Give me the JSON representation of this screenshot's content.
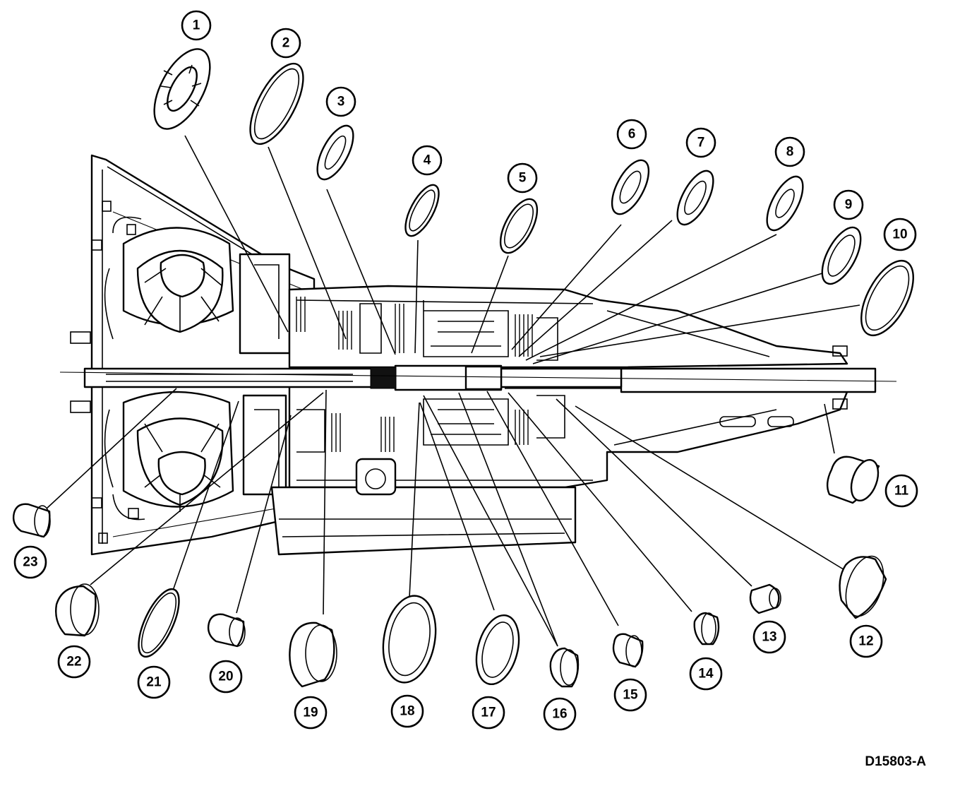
{
  "figure": {
    "id": "D15803-A",
    "callouts": [
      "1",
      "2",
      "3",
      "4",
      "5",
      "6",
      "7",
      "8",
      "9",
      "10",
      "11",
      "12",
      "13",
      "14",
      "15",
      "16",
      "17",
      "18",
      "19",
      "20",
      "21",
      "22",
      "23"
    ],
    "icons": [
      "transmission-cutaway-drawing",
      "thrust-washer",
      "bushing"
    ]
  }
}
